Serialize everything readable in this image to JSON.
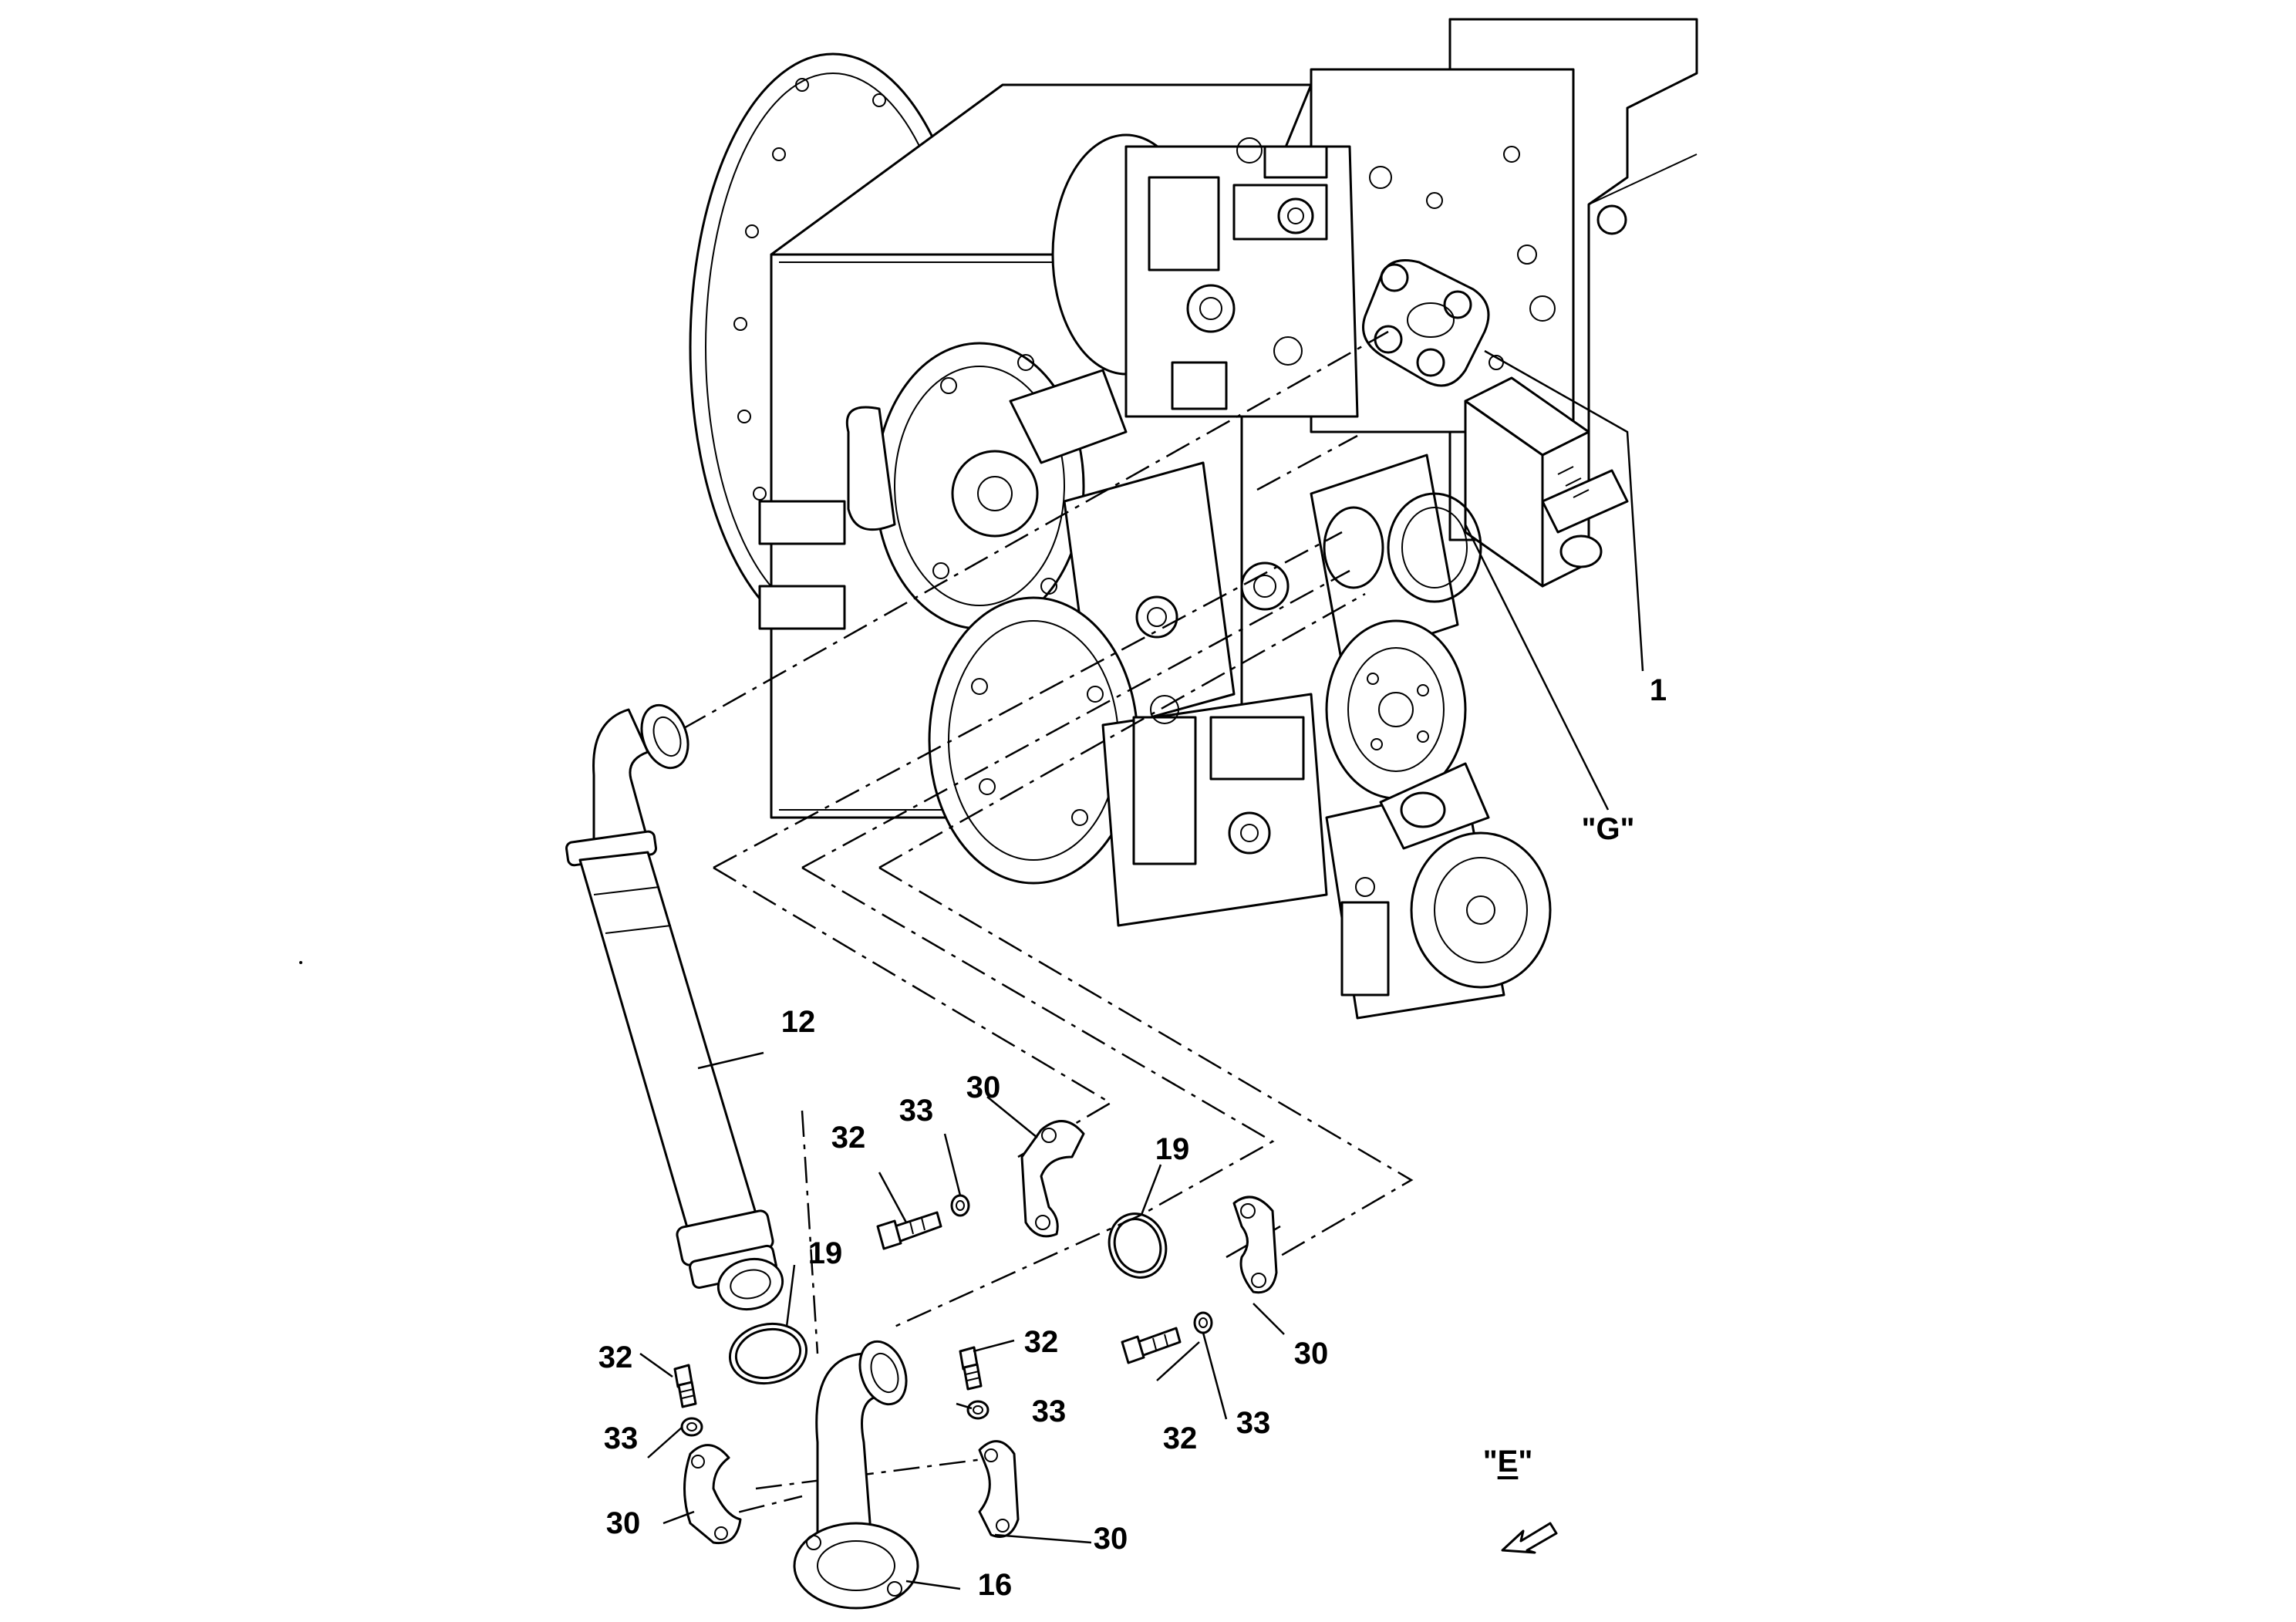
{
  "diagram": {
    "callouts": [
      {
        "id": "c1",
        "text": "1"
      },
      {
        "id": "cG",
        "text": "\"G\""
      },
      {
        "id": "c12",
        "text": "12"
      },
      {
        "id": "c33a",
        "text": "33"
      },
      {
        "id": "c30a",
        "text": "30"
      },
      {
        "id": "c32a",
        "text": "32"
      },
      {
        "id": "c19a",
        "text": "19"
      },
      {
        "id": "c19b",
        "text": "19"
      },
      {
        "id": "c32b",
        "text": "32"
      },
      {
        "id": "c32c",
        "text": "32"
      },
      {
        "id": "c33b",
        "text": "33"
      },
      {
        "id": "c33c",
        "text": "33"
      },
      {
        "id": "c30b",
        "text": "30"
      },
      {
        "id": "c30c",
        "text": "30"
      },
      {
        "id": "c30d",
        "text": "30"
      },
      {
        "id": "c32d",
        "text": "32"
      },
      {
        "id": "c33d",
        "text": "33"
      },
      {
        "id": "c16",
        "text": "16"
      }
    ],
    "view_label": {
      "prefix": "\"",
      "letter": "E",
      "suffix": "\""
    },
    "icons": [
      "direction-arrow-icon"
    ]
  }
}
